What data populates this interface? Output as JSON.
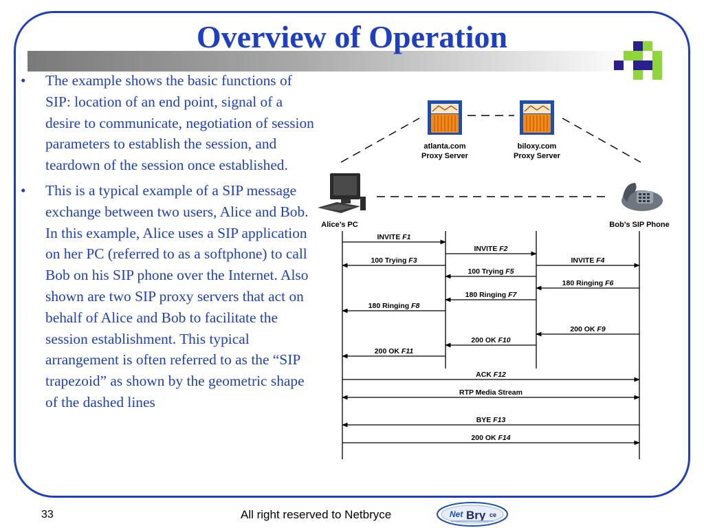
{
  "slide": {
    "title": "Overview of Operation",
    "page_number": "33",
    "footer": "All right reserved to Netbryce",
    "logo_text": "NetBryce"
  },
  "bullets": [
    {
      "symbol": "•",
      "text": "The example shows the basic functions of SIP: location of an end point, signal of a desire to communicate, negotiation of session parameters to establish the session, and teardown of the session once established."
    },
    {
      "symbol": "•",
      "text": "This is a typical example of a SIP message exchange between two users, Alice and Bob. In this example, Alice uses a SIP application on her PC (referred to as a softphone) to call Bob on his SIP phone over the Internet. Also shown are two SIP proxy servers that act on behalf of Alice and Bob to facilitate the session establishment. This typical arrangement is often referred to as the “SIP trapezoid” as shown by the geometric shape of the dashed lines"
    }
  ],
  "diagram": {
    "nodes": {
      "atlanta_line1": "atlanta.com",
      "atlanta_line2": "Proxy Server",
      "biloxy_line1": "biloxy.com",
      "biloxy_line2": "Proxy Server",
      "alice": "Alice’s PC",
      "bob": "Bob’s SIP Phone"
    },
    "messages": [
      {
        "label": "INVITE ",
        "code": "F1"
      },
      {
        "label": "INVITE ",
        "code": "F2"
      },
      {
        "label": "100 Trying ",
        "code": "F3"
      },
      {
        "label": "INVITE ",
        "code": "F4"
      },
      {
        "label": "100 Trying ",
        "code": "F5"
      },
      {
        "label": "180 Ringing ",
        "code": "F6"
      },
      {
        "label": "180 Ringing ",
        "code": "F7"
      },
      {
        "label": "180 Ringing ",
        "code": "F8"
      },
      {
        "label": "200 OK ",
        "code": "F9"
      },
      {
        "label": "200 OK ",
        "code": "F10"
      },
      {
        "label": "200 OK ",
        "code": "F11"
      },
      {
        "label": "ACK ",
        "code": "F12"
      },
      {
        "label": "RTP Media Stream",
        "code": ""
      },
      {
        "label": "BYE ",
        "code": "F13"
      },
      {
        "label": "200 OK ",
        "code": "F14"
      }
    ]
  },
  "colors": {
    "accent": "#1d3fc4",
    "frame": "#1f3fbf",
    "server_orange": "#f08a1c",
    "server_blue": "#1b4fae"
  }
}
